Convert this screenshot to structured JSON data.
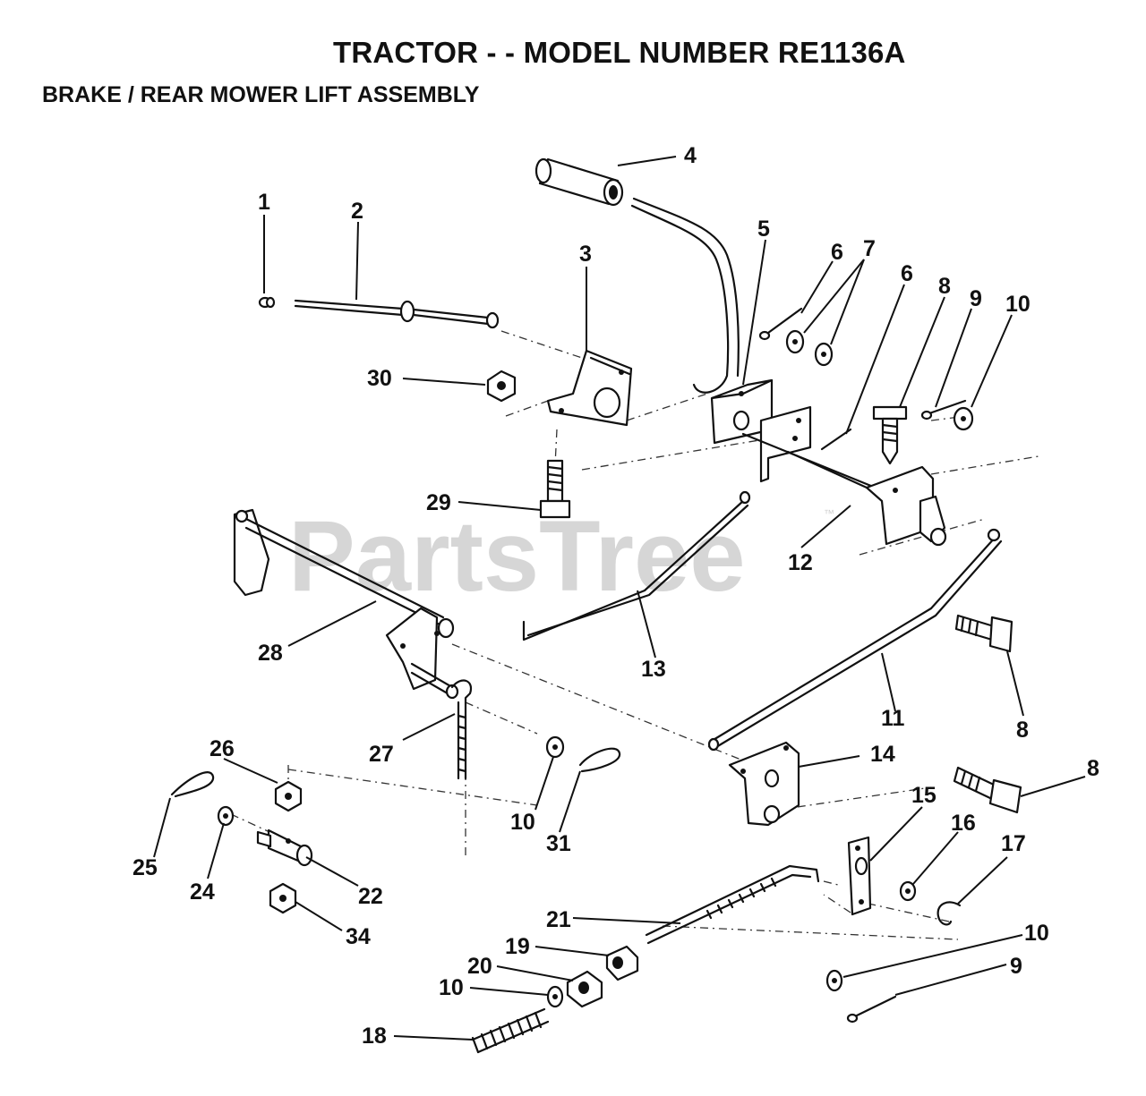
{
  "header": {
    "title": "TRACTOR - - MODEL NUMBER RE1136A",
    "subtitle": "BRAKE / REAR MOWER LIFT ASSEMBLY"
  },
  "watermark": {
    "text": "PartsTree",
    "trademark": "™",
    "color": "#d6d6d6"
  },
  "callouts": [
    {
      "id": "c-1",
      "text": "1"
    },
    {
      "id": "c-2",
      "text": "2"
    },
    {
      "id": "c-3",
      "text": "3"
    },
    {
      "id": "c-4",
      "text": "4"
    },
    {
      "id": "c-5",
      "text": "5"
    },
    {
      "id": "c-6a",
      "text": "6"
    },
    {
      "id": "c-7",
      "text": "7"
    },
    {
      "id": "c-6b",
      "text": "6"
    },
    {
      "id": "c-8a",
      "text": "8"
    },
    {
      "id": "c-9a",
      "text": "9"
    },
    {
      "id": "c-10a",
      "text": "10"
    },
    {
      "id": "c-30",
      "text": "30"
    },
    {
      "id": "c-29",
      "text": "29"
    },
    {
      "id": "c-12",
      "text": "12"
    },
    {
      "id": "c-28",
      "text": "28"
    },
    {
      "id": "c-13",
      "text": "13"
    },
    {
      "id": "c-11",
      "text": "11"
    },
    {
      "id": "c-8b",
      "text": "8"
    },
    {
      "id": "c-27",
      "text": "27"
    },
    {
      "id": "c-26",
      "text": "26"
    },
    {
      "id": "c-14",
      "text": "14"
    },
    {
      "id": "c-8c",
      "text": "8"
    },
    {
      "id": "c-25",
      "text": "25"
    },
    {
      "id": "c-24",
      "text": "24"
    },
    {
      "id": "c-22",
      "text": "22"
    },
    {
      "id": "c-10b",
      "text": "10"
    },
    {
      "id": "c-31",
      "text": "31"
    },
    {
      "id": "c-15",
      "text": "15"
    },
    {
      "id": "c-16",
      "text": "16"
    },
    {
      "id": "c-17",
      "text": "17"
    },
    {
      "id": "c-34",
      "text": "34"
    },
    {
      "id": "c-21",
      "text": "21"
    },
    {
      "id": "c-19",
      "text": "19"
    },
    {
      "id": "c-10c",
      "text": "10"
    },
    {
      "id": "c-20",
      "text": "20"
    },
    {
      "id": "c-10d",
      "text": "10"
    },
    {
      "id": "c-9b",
      "text": "9"
    },
    {
      "id": "c-18",
      "text": "18"
    }
  ]
}
